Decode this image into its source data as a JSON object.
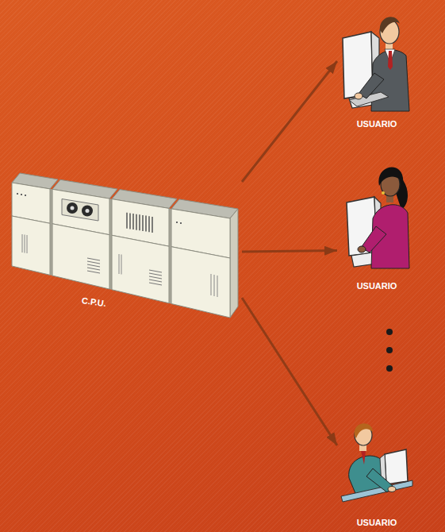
{
  "diagram": {
    "nodes": [
      {
        "text": [
          "C.P.U."
        ]
      },
      {
        "text": [
          "USUARIO"
        ]
      },
      {
        "text": [
          "USUARIO"
        ]
      },
      {
        "text": [
          "USUARIO"
        ]
      }
    ],
    "edges": [
      {
        "from": 0,
        "to": 1,
        "arrow": "to"
      },
      {
        "from": 0,
        "to": 2,
        "arrow": "to"
      },
      {
        "from": 0,
        "to": 3,
        "arrow": "to"
      }
    ]
  }
}
